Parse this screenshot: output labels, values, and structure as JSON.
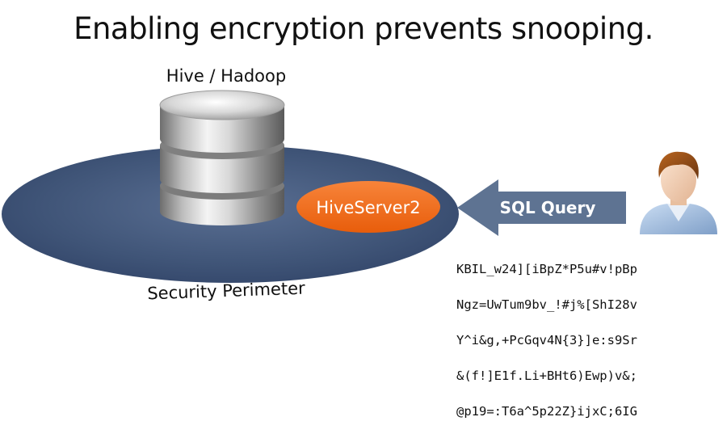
{
  "title": "Enabling encryption prevents snooping.",
  "database": {
    "label": "Hive / Hadoop",
    "icon": "database-icon"
  },
  "hiveserver": {
    "label": "HiveServer2",
    "color": "#f26a10"
  },
  "perimeter": {
    "label": "Security Perimeter",
    "color": "#3f5477"
  },
  "query": {
    "label": "SQL Query",
    "color": "#5e7392"
  },
  "user": {
    "icon": "user-icon"
  },
  "encrypted_text": [
    "KBIL_w24][iBpZ*P5u#v!pBp",
    "Ngz=UwTum9bv_!#j%[ShI28v",
    "Y^i&g,+PcGqv4N{3}]e:s9Sr",
    "&(f!]E1f.Li+BHt6)Ewp)v&;",
    "@p19=:T6a^5p22Z}ijxC;6IG"
  ]
}
